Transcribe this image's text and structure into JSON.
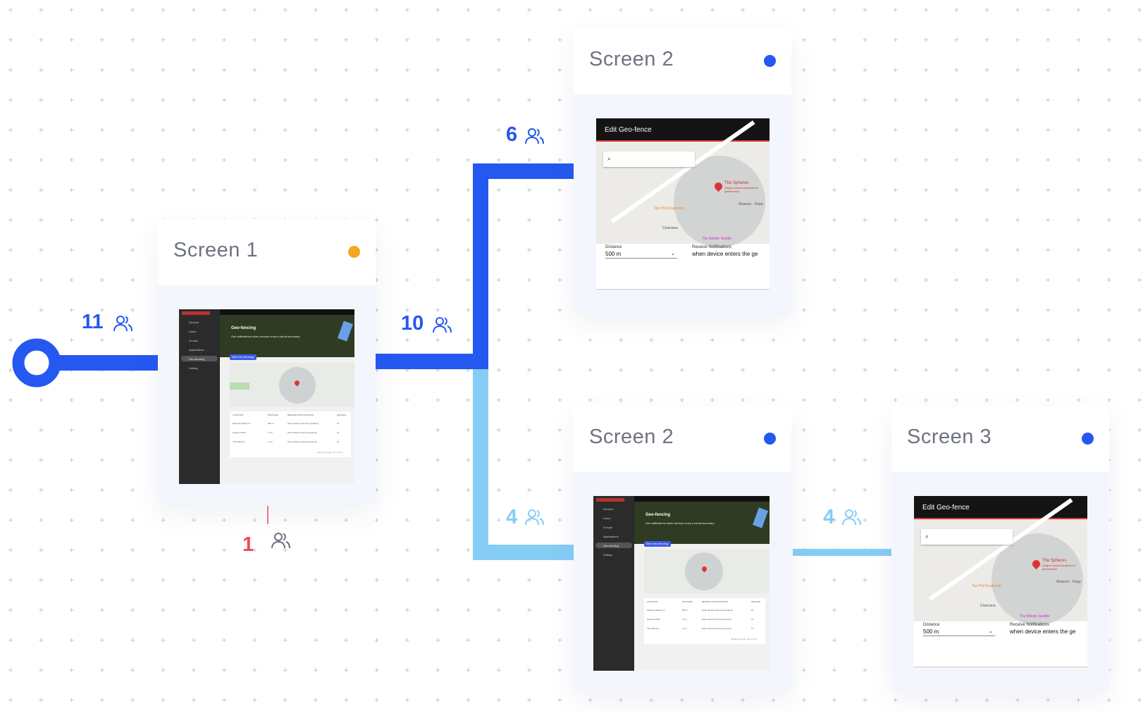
{
  "nodes": {
    "screen1": {
      "title": "Screen 1",
      "status_color": "#f5a623"
    },
    "screen2_top": {
      "title": "Screen 2",
      "status_color": "#2558f0"
    },
    "screen2_bottom": {
      "title": "Screen 2",
      "status_color": "#2558f0"
    },
    "screen3": {
      "title": "Screen 3",
      "status_color": "#2558f0"
    }
  },
  "flows": {
    "entry": {
      "count": "11",
      "color": "#2558f0",
      "icon": "users-icon"
    },
    "screen1_out": {
      "count": "10",
      "color": "#2558f0",
      "icon": "users-icon"
    },
    "to_screen2_top": {
      "count": "6",
      "color": "#2558f0",
      "icon": "users-icon"
    },
    "to_screen2_bottom": {
      "count": "4",
      "color": "#86cdf5",
      "icon": "users-icon"
    },
    "to_screen3": {
      "count": "4",
      "color": "#86cdf5",
      "icon": "users-icon"
    },
    "dropoff": {
      "count": "1",
      "color": "#f04a5a",
      "icon": "users-icon"
    }
  },
  "thumbnails": {
    "geofence_list": {
      "heading": "Geo-fencing",
      "subheading": "Get notifications when devices cross a virtual boundary",
      "new_button": "New Geo-fencing",
      "sidebar": [
        "Devices",
        "Users",
        "Groups",
        "Applications",
        "Geo-fencing",
        "Setting"
      ],
      "table_headers": [
        "LOCATION",
        "DISTANCE",
        "RECEIVE NOTIFICATIONS",
        "DEVICES"
      ],
      "rows": [
        [
          "Spheres Realty Inc",
          "500 m",
          "when device enters the geofence",
          "15"
        ],
        [
          "Queens Plaza",
          "1 km",
          "when device exits the geofence",
          "12"
        ],
        [
          "The Spheres",
          "1 km",
          "when device exits the geofence",
          "12"
        ]
      ],
      "footer": "Rows per page: 10    1-3 of 3"
    },
    "edit_geofence": {
      "title": "Edit Geo-fence",
      "place": "The Spheres",
      "place_desc": "Unique conical landmark & greenhouse",
      "poi": [
        "Top Pot Doughnuts",
        "Amazon - Dopp",
        "Cinerama",
        "The Westin Seattle"
      ],
      "distance_label": "Distance",
      "distance_value": "500 m",
      "notify_label": "Receive Notifications",
      "notify_value": "when device enters the ge"
    }
  }
}
